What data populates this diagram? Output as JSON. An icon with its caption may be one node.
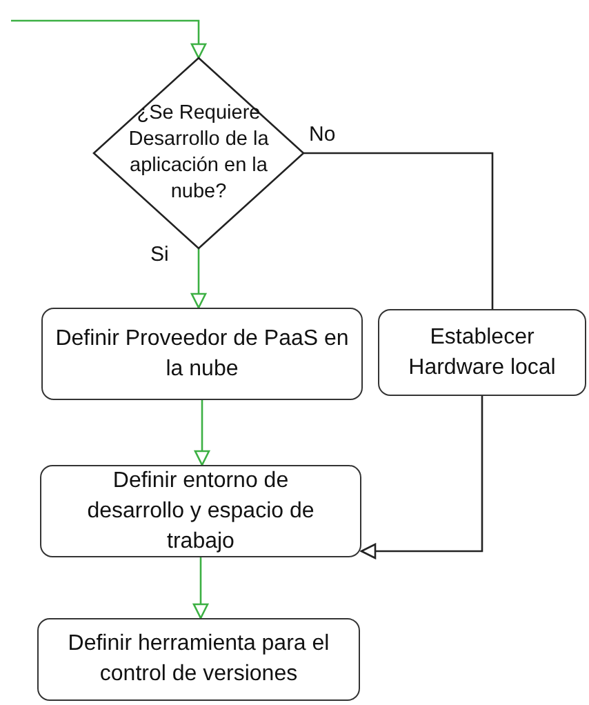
{
  "diagram": {
    "nodes": [
      {
        "text": [
          "¿Se Requiere Desarrollo de la aplicación en la nube?"
        ]
      },
      {
        "text": [
          "Definir Proveedor de PaaS en la nube"
        ]
      },
      {
        "text": [
          "Establecer Hardware local"
        ]
      },
      {
        "text": [
          "Definir entorno de desarrollo y espacio de trabajo"
        ]
      },
      {
        "text": [
          "Definir herramienta para el control de versiones"
        ]
      }
    ],
    "edges": [
      {
        "from": null,
        "to": 0,
        "arrow": "to"
      },
      {
        "from": 0,
        "to": 1,
        "arrow": "to",
        "label": "Si"
      },
      {
        "from": 0,
        "to": 2,
        "arrow": "none",
        "label": "No",
        "color": "#222222"
      },
      {
        "from": 1,
        "to": 3,
        "arrow": "to"
      },
      {
        "from": 2,
        "to": 3,
        "arrow": "to",
        "color": "#222222"
      },
      {
        "from": 3,
        "to": 4,
        "arrow": "to"
      }
    ]
  }
}
